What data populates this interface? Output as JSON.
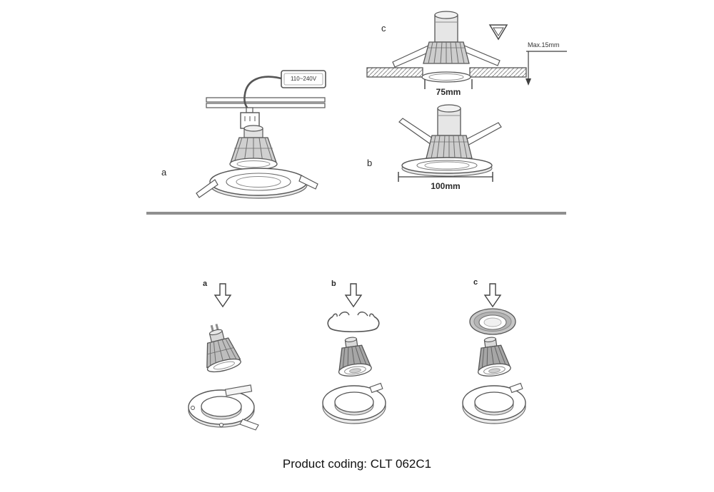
{
  "page": {
    "caption": "Product coding: CLT 062C1"
  },
  "top_section": {
    "diagram_a": {
      "label": "a",
      "driver_voltage": "110~240V"
    },
    "diagram_b": {
      "label": "b",
      "outer_diameter": "100mm"
    },
    "diagram_c": {
      "label": "c",
      "max_thickness": "Max.15mm",
      "cutout_diameter": "75mm"
    }
  },
  "assembly_steps": [
    {
      "label": "a"
    },
    {
      "label": "b"
    },
    {
      "label": "c"
    }
  ],
  "colors": {
    "line": "#565656",
    "divider": "#8f8f8f",
    "lamp_fill": "#cdcdcd",
    "ring_fill": "#c6c6c6"
  }
}
